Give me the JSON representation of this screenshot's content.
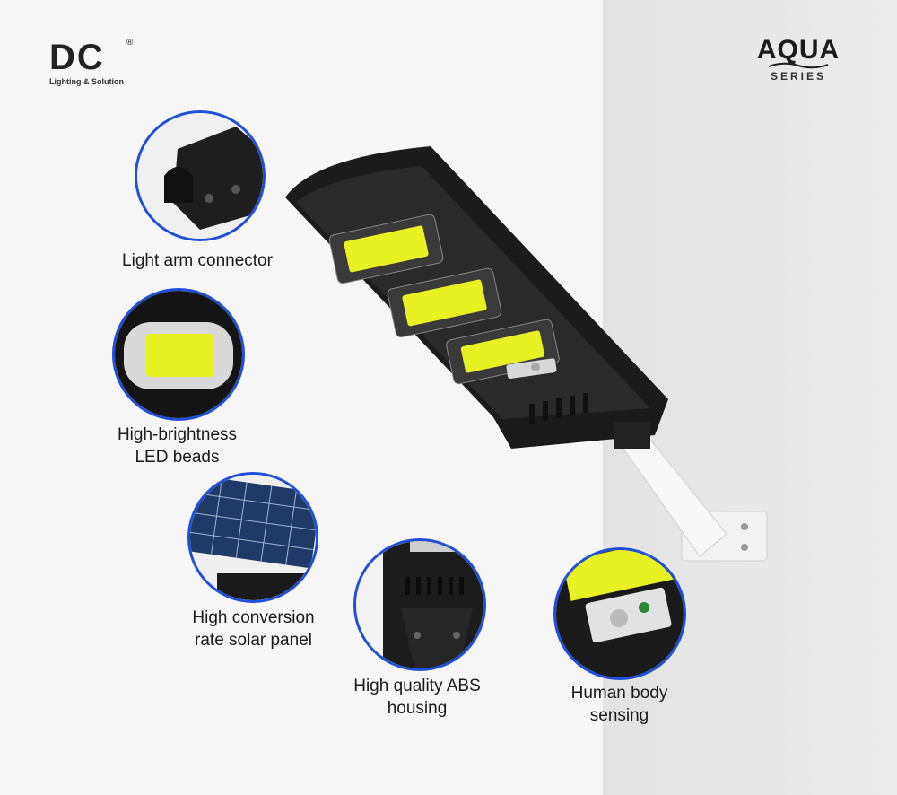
{
  "brand": {
    "dc_name": "DC",
    "dc_registered": "®",
    "dc_tagline": "Lighting & Solution",
    "aqua_name": "AQUA",
    "aqua_series": "SERIES"
  },
  "features": [
    {
      "line1": "Light arm connector",
      "line2": ""
    },
    {
      "line1": "High-brightness",
      "line2": "LED beads"
    },
    {
      "line1": "High conversion",
      "line2": "rate solar panel"
    },
    {
      "line1": "High quality ABS",
      "line2": "housing"
    },
    {
      "line1": "Human body",
      "line2": "sensing"
    }
  ],
  "colors": {
    "ring": "#1d4fd8",
    "led": "#e8f222",
    "housing": "#1a1a1a"
  },
  "icons": [
    "arm-connector-image",
    "led-bead-image",
    "solar-panel-image",
    "abs-housing-image",
    "sensor-image",
    "street-lamp-image"
  ]
}
